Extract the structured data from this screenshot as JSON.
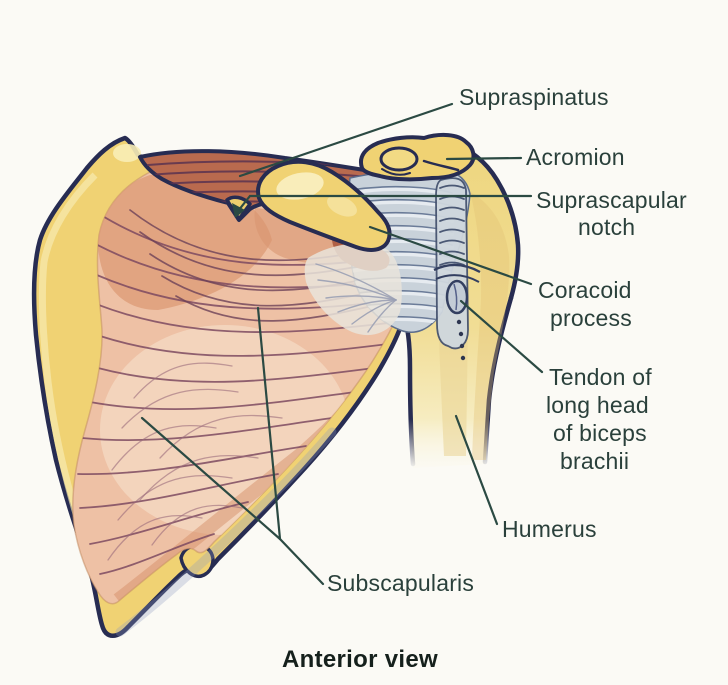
{
  "figure": {
    "caption": "Anterior view",
    "labels": {
      "supraspinatus": "Supraspinatus",
      "acromion": "Acromion",
      "suprascapular_notch": [
        "Suprascapular",
        "notch"
      ],
      "coracoid_process": [
        "Coracoid",
        "process"
      ],
      "tendon_long_head": [
        "Tendon of",
        "long head",
        "of biceps",
        "brachii"
      ],
      "humerus": "Humerus",
      "subscapularis": "Subscapularis"
    },
    "colors": {
      "paper": "#fbfaf5",
      "outline_navy": "#272c52",
      "bone_yellow": "#f0d273",
      "bone_highlight": "#f8edb6",
      "muscle_salmon": "#eec1a5",
      "muscle_dark": "#dc9a76",
      "supraspinatus_red": "#b96a4e",
      "fiber_line": "#7c4a60",
      "capsule_gray": "#c9d2da",
      "leader_line": "#2b4a43",
      "label_text": "#2a403b",
      "caption_text": "#15201c"
    }
  }
}
